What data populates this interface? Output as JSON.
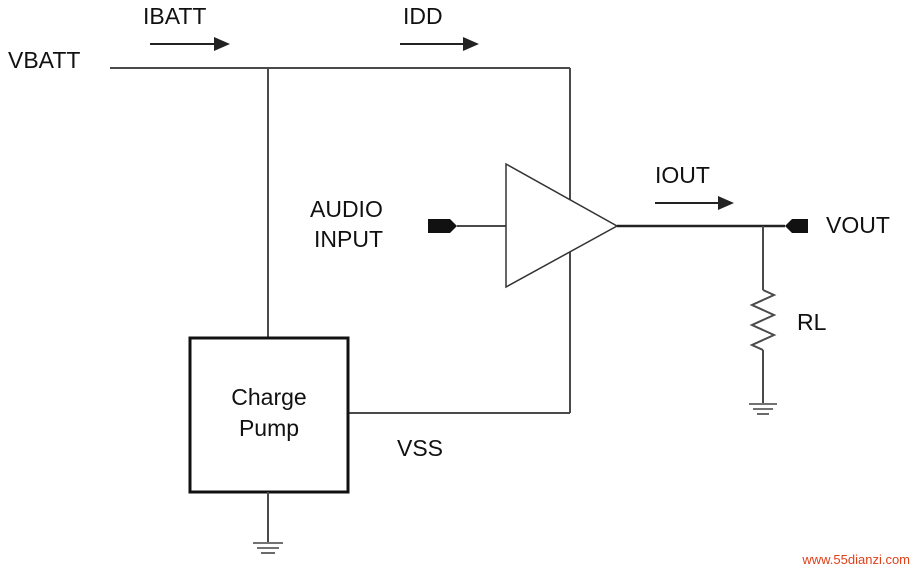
{
  "labels": {
    "vbatt": "VBATT",
    "ibatt": "IBATT",
    "idd": "IDD",
    "audio_input_line1": "AUDIO",
    "audio_input_line2": "INPUT",
    "iout": "IOUT",
    "vout": "VOUT",
    "rl": "RL",
    "charge_pump_line1": "Charge",
    "charge_pump_line2": "Pump",
    "vss": "VSS"
  },
  "watermark": "www.55dianzi.com",
  "colors": {
    "wire": "#4a4a4a",
    "component": "#111111",
    "text": "#111111",
    "watermark": "#e0401a"
  }
}
